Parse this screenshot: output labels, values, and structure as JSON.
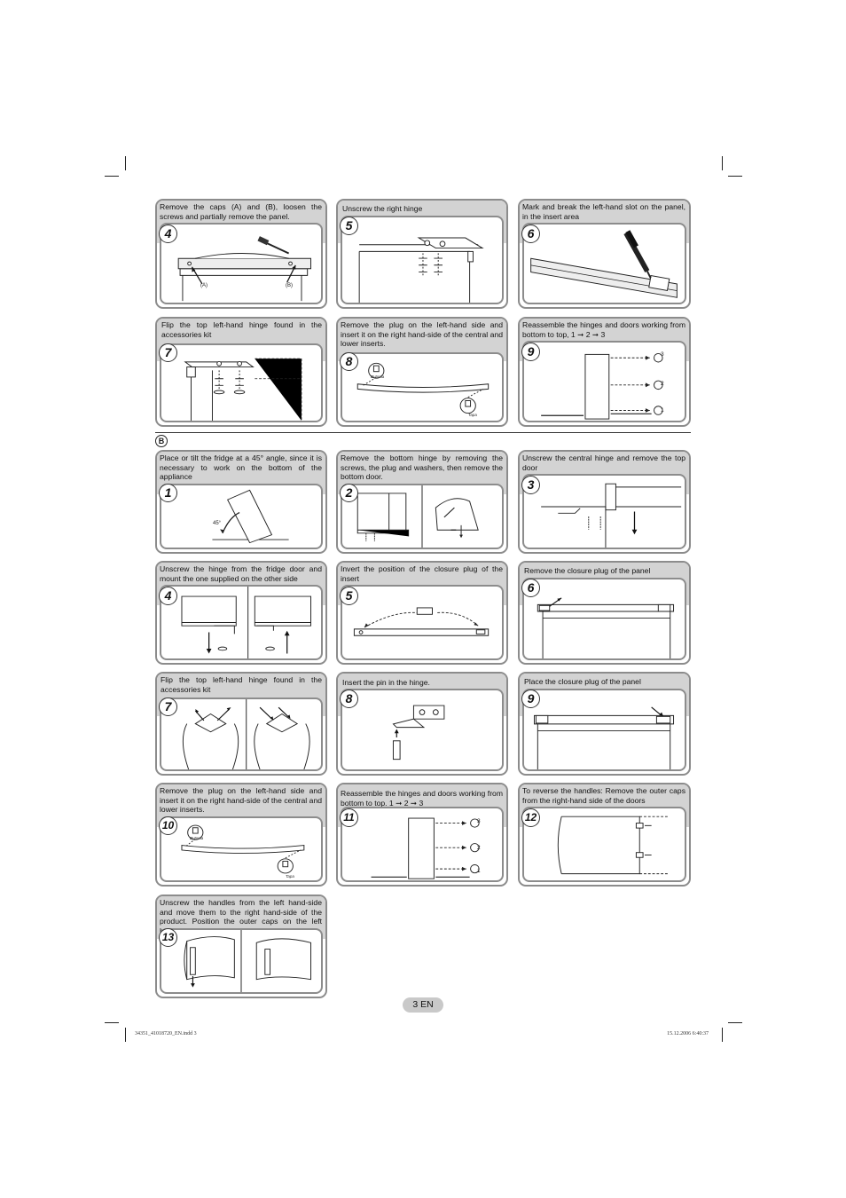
{
  "sectionA": [
    {
      "num": "4",
      "caption": "Remove the caps (A) and (B), loosen the screws and partially remove the panel.",
      "label_a": "(A)",
      "label_b": "(B)"
    },
    {
      "num": "5",
      "caption": "Unscrew the right hinge"
    },
    {
      "num": "6",
      "caption": "Mark and break the left-hand slot on the panel, in the insert area"
    },
    {
      "num": "7",
      "caption": "Flip the top left-hand hinge found in the accessories kit"
    },
    {
      "num": "8",
      "caption": "Remove the plug on the left-hand side and insert it on the right hand-side of the central and lower inserts.",
      "label_top": "Butonla",
      "label_bottom": "Tapa"
    },
    {
      "num": "9",
      "caption": "Reassemble the hinges and doors working from bottom to top, 1 ➞ 2 ➞ 3",
      "marker3": "3",
      "marker2": "2",
      "marker1": "1"
    }
  ],
  "section_b_label": "B",
  "sectionB": [
    {
      "num": "1",
      "caption": "Place or tilt the fridge at a 45° angle, since it is necessary to work on the bottom of the appliance",
      "angle": "45°"
    },
    {
      "num": "2",
      "caption": "Remove the bottom hinge by removing the screws, the plug and washers, then remove the bottom door."
    },
    {
      "num": "3",
      "caption": "Unscrew the central hinge and remove the top door"
    },
    {
      "num": "4",
      "caption": "Unscrew the hinge from the fridge door and mount the one supplied on the other side"
    },
    {
      "num": "5",
      "caption": "Invert the position of the closure plug of the insert"
    },
    {
      "num": "6",
      "caption": "Remove the closure plug of the panel"
    },
    {
      "num": "7",
      "caption": "Flip the top left-hand hinge found in the accessories kit"
    },
    {
      "num": "8",
      "caption": "Insert the pin in the hinge."
    },
    {
      "num": "9",
      "caption": "Place the closure plug of the panel"
    },
    {
      "num": "10",
      "caption": "Remove the plug on the left-hand side and insert it on the right hand-side of the central and lower inserts.",
      "label_top": "Butonla",
      "label_bottom": "Tapa"
    },
    {
      "num": "11",
      "caption": "Reassemble the hinges and doors working from bottom to top. 1 ➞ 2 ➞ 3",
      "marker3": "3",
      "marker2": "2",
      "marker1": "1"
    },
    {
      "num": "12",
      "caption": "To reverse the handles: Remove the outer caps from the right-hand side of the doors"
    },
    {
      "num": "13",
      "caption": "Unscrew the handles from the left hand-side and move them to the right hand-side of the product. Position the outer caps on the left hand-side."
    }
  ],
  "page_number": "3 EN",
  "footer": {
    "file": "34351_41018720_EN.indd   3",
    "timestamp": "15.12.2006   6:40:37"
  }
}
